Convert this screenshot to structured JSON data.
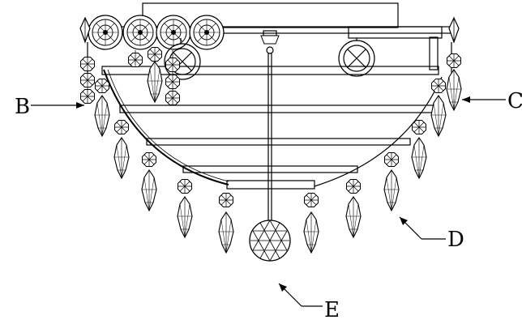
{
  "labels": {
    "b": "B",
    "c": "C",
    "d": "D",
    "e": "E"
  },
  "icons": {
    "crystal_pendant": "elongated-crystal-drop",
    "octagon_bead": "octagonal-crystal-bead",
    "sphere": "faceted-crystal-ball",
    "finial": "ceiling-finial",
    "bulb": "lamp-bulb-symbol"
  },
  "colors": {
    "line": "#000000",
    "background": "#ffffff"
  }
}
